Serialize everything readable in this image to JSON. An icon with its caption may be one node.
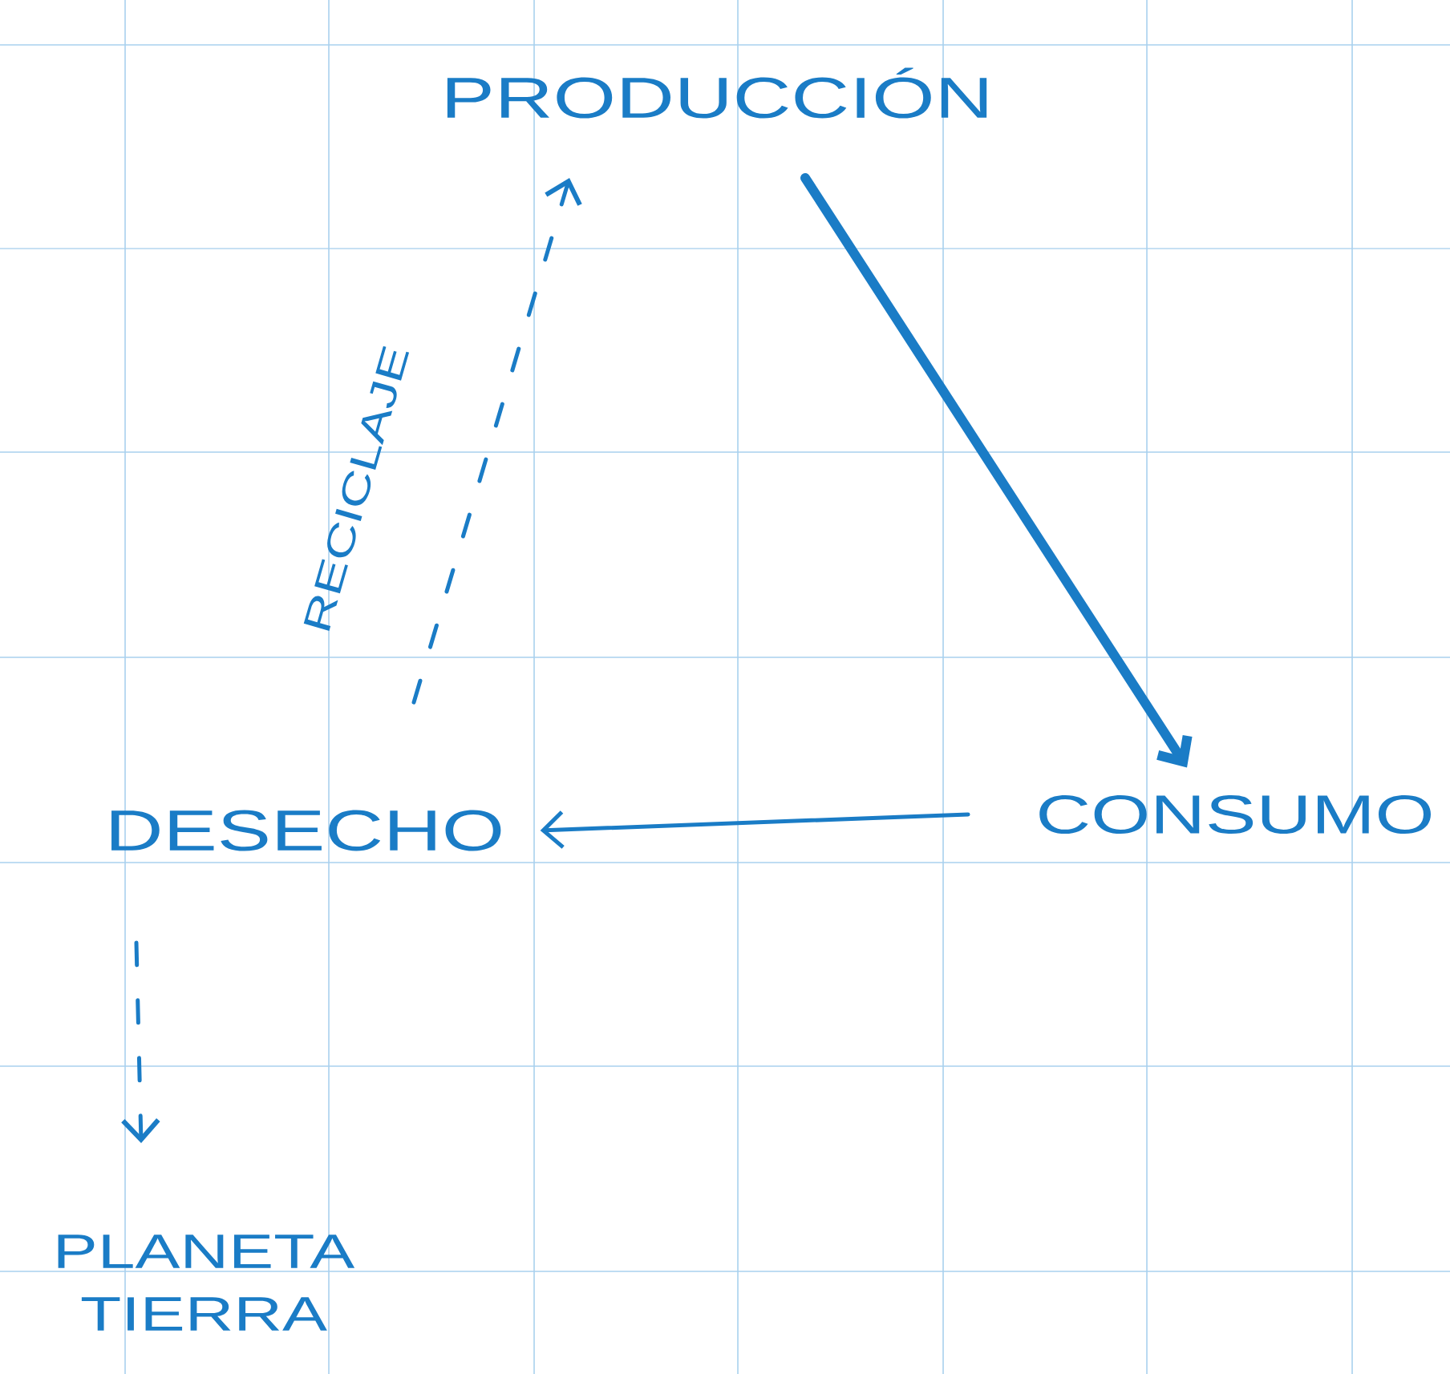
{
  "diagram": {
    "nodes": [
      {
        "text": [
          "PRODUCCIÓN"
        ]
      },
      {
        "text": [
          "CONSUMO"
        ]
      },
      {
        "text": [
          "DESECHO"
        ]
      },
      {
        "text": [
          "PLANETA TIERRA"
        ]
      }
    ],
    "edges": [
      {
        "from": 0,
        "to": 1,
        "arrow": "to",
        "style": "thick"
      },
      {
        "from": 1,
        "to": 2,
        "arrow": "to"
      },
      {
        "from": 2,
        "to": 0,
        "arrow": "to",
        "style": "dashed",
        "label": "RECICLAJE"
      },
      {
        "from": 2,
        "to": 3,
        "arrow": "to",
        "style": "dashed"
      }
    ]
  }
}
